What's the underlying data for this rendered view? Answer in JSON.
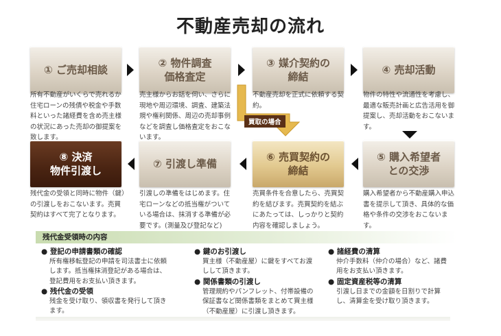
{
  "title": "不動産売却の流れ",
  "steps": [
    {
      "label": "① ご売却相談",
      "desc": "所有不動産がいくらで売れるか住宅ローンの残債や税金や手数料といった諸経費を含め売主様の状況にあった売却の御提案を致します。"
    },
    {
      "label": "② 物件調査\n価格査定",
      "desc": "売主様からお話を伺い、さらに現地や周辺環境、調査、建築法規や権利関係、周辺の売却事例などを調査し価格査定をおこないます。"
    },
    {
      "label": "③ 媒介契約の\n締結",
      "desc": "不動産売却を正式に依頼する契約。"
    },
    {
      "label": "④ 売却活動",
      "desc": "物件の特性や流通性を考慮し、最適な販売計画と広告活用を御提案し、売却活動をおこないます。"
    },
    {
      "label": "⑤ 購入希望者\nとの交渉",
      "desc": "購入希望者から不動産購入申込書を提示して頂き、具体的な価格や条件の交渉をおこないます。"
    },
    {
      "label": "⑥ 売買契約の\n締結",
      "desc": "売買条件を合意したら、売買契約を結びます。売買契約を結ぶにあたっては、しっかりと契約内容を確認しましょう。"
    },
    {
      "label": "⑦ 引渡し準備",
      "desc": "引渡しの準備をはじめます。住宅ローンなどの抵当権がついている場合は、抹消する準備が必要です。(測量及び登記など)"
    },
    {
      "label": "⑧ 決済\n物件引渡し",
      "desc": "残代金の受領と同時に物件（鍵）の引渡しをおこないます。売買契約はすべて完了となります。"
    }
  ],
  "branch_label": "買取の場合",
  "section_title": "残代金受領時の内容",
  "notes": [
    {
      "title": "● 登記の申請書類の確認",
      "body": "所有権移転登記の申請を司法書士に依頼します。抵当権抹消登記がある場合は、登記費用をお支払い頂きます。"
    },
    {
      "title": "● 残代金の受領",
      "body": "残金を受け取り、領収書を発行して頂きます。"
    },
    {
      "title": "● 鍵のお引渡し",
      "body": "買主様（不動産屋）に鍵をすべてお渡しして頂きます。"
    },
    {
      "title": "● 関係書類の引渡し",
      "body": "管理規約やパンフレット、付帯設備の保証書など関係書類をまとめて買主様（不動産屋）に引渡し頂きます。"
    },
    {
      "title": "● 諸経費の清算",
      "body": "仲介手数料（仲介の場合）など、諸費用をお支払い頂きます。"
    },
    {
      "title": "● 固定資産税等の清算",
      "body": "引渡し日までの金額を日割りで計算し、清算金を受け取り頂きます。"
    }
  ],
  "colors": {
    "step_base": "#ddd4c6",
    "step_dark": "#4a2412",
    "step_gold": "#e2c98f",
    "branch": "#e2b24a",
    "section_bar": "#c9dcb0"
  }
}
